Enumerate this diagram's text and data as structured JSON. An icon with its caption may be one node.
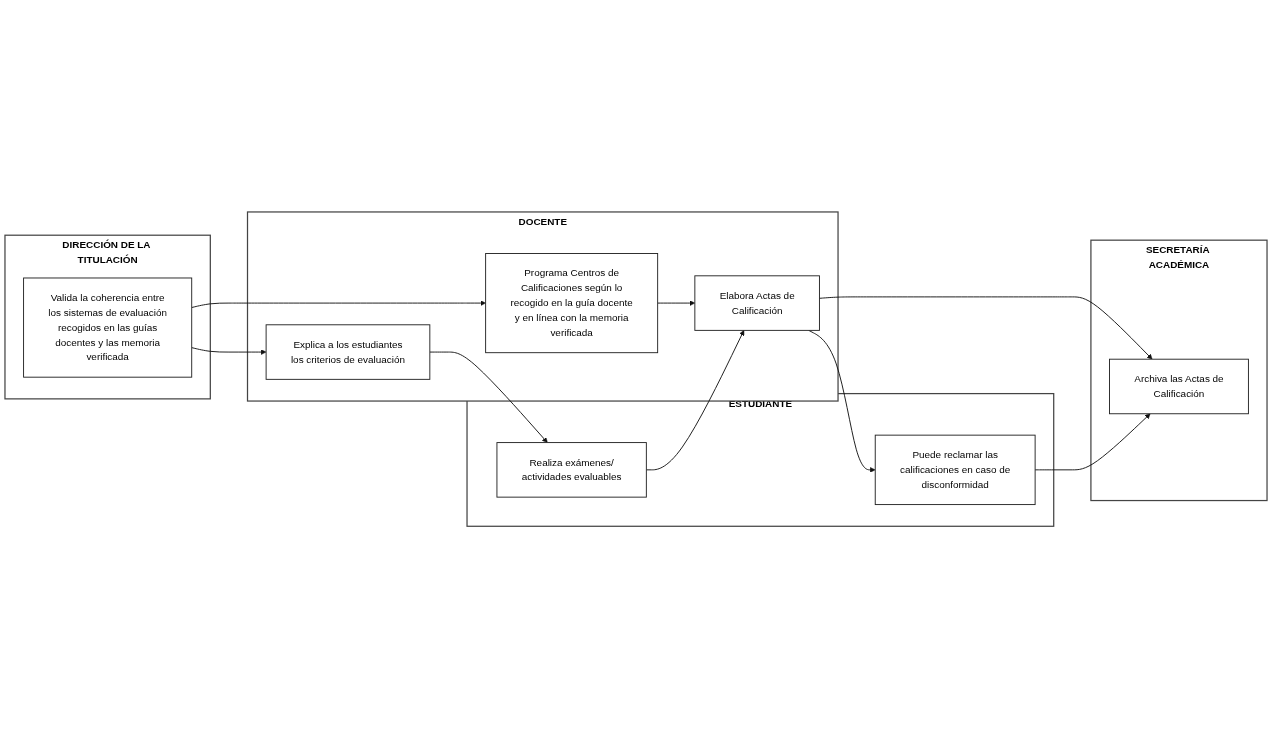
{
  "diagram": {
    "nodes": [
      {
        "text": [
          "DIRECCIÓN DE LA TITULACIÓN"
        ]
      },
      {
        "text": [
          "Valida la coherencia entre los sistemas de evaluación recogidos en las guías docentes y las memoria verificada"
        ],
        "in": 0
      },
      {
        "text": [
          "DOCENTE"
        ]
      },
      {
        "text": [
          "Explica a los estudiantes los criterios de evaluación"
        ],
        "in": 2
      },
      {
        "text": [
          "Programa Centros de Calificaciones según lo recogido en la guía docente y en línea con la memoria verificada"
        ],
        "in": 2
      },
      {
        "text": [
          "Elabora Actas de Calificación"
        ],
        "in": 2
      },
      {
        "text": [
          "ESTUDIANTE"
        ]
      },
      {
        "text": [
          "Realiza exámenes/ actividades evaluables"
        ],
        "in": 6
      },
      {
        "text": [
          "Puede reclamar las calificaciones en caso de disconformidad"
        ],
        "in": 6
      },
      {
        "text": [
          "SECRETARÍA ACADÉMICA"
        ]
      },
      {
        "text": [
          "Archiva las Actas de Calificación"
        ],
        "in": 9
      }
    ],
    "edges": [
      {
        "from": 1,
        "to": 3,
        "arrow": "to"
      },
      {
        "from": 3,
        "to": 7,
        "arrow": "to"
      },
      {
        "from": 1,
        "to": 4,
        "arrow": "to"
      },
      {
        "from": 4,
        "to": 5,
        "arrow": "to"
      },
      {
        "from": 7,
        "to": 5,
        "arrow": "to"
      },
      {
        "from": 5,
        "to": 10,
        "arrow": "to"
      },
      {
        "from": 5,
        "to": 8,
        "arrow": "to"
      },
      {
        "from": 8,
        "to": 10,
        "arrow": "to"
      }
    ]
  }
}
